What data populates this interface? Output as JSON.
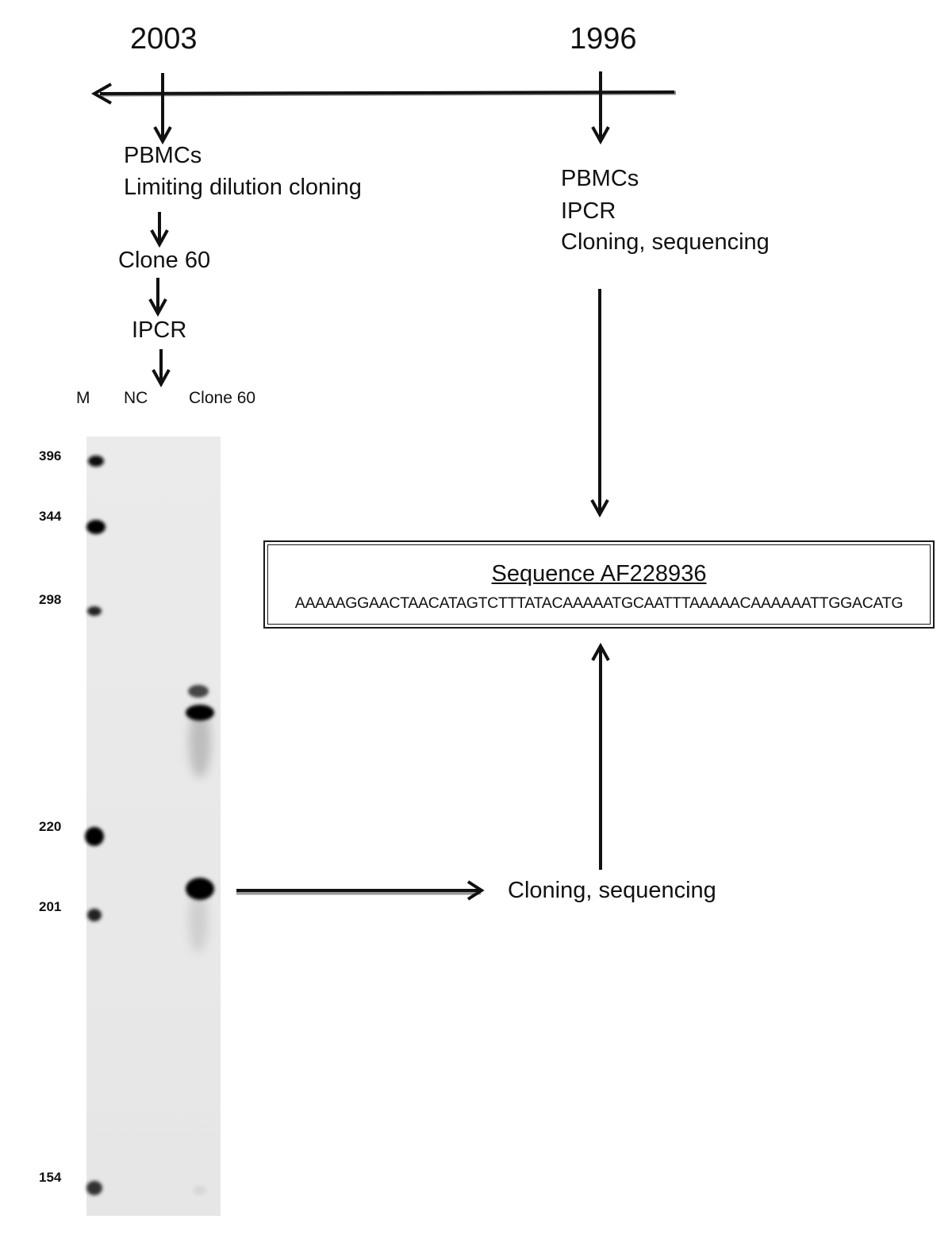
{
  "timeline": {
    "year_left": "2003",
    "year_right": "1996"
  },
  "left_branch": {
    "step1_line1": "PBMCs",
    "step1_line2": "Limiting dilution cloning",
    "step2": "Clone 60",
    "step3": "IPCR"
  },
  "right_branch": {
    "line1": "PBMCs",
    "line2": "IPCR",
    "line3": "Cloning, sequencing"
  },
  "gel": {
    "lane_labels": [
      "M",
      "NC",
      "Clone 60"
    ],
    "marker_sizes": [
      "396",
      "344",
      "298",
      "220",
      "201",
      "154"
    ]
  },
  "sequence_box": {
    "title": "Sequence AF228936",
    "sequence": "AAAAAGGAACTAACATAGTCTTTATACAAAAATGCAATTTAAAAACAAAAAATTGGACATG"
  },
  "bottom_step": "Cloning, sequencing",
  "colors": {
    "arrow": "#111111",
    "gel_background": "#ececec",
    "band": "#0a0a0a"
  }
}
